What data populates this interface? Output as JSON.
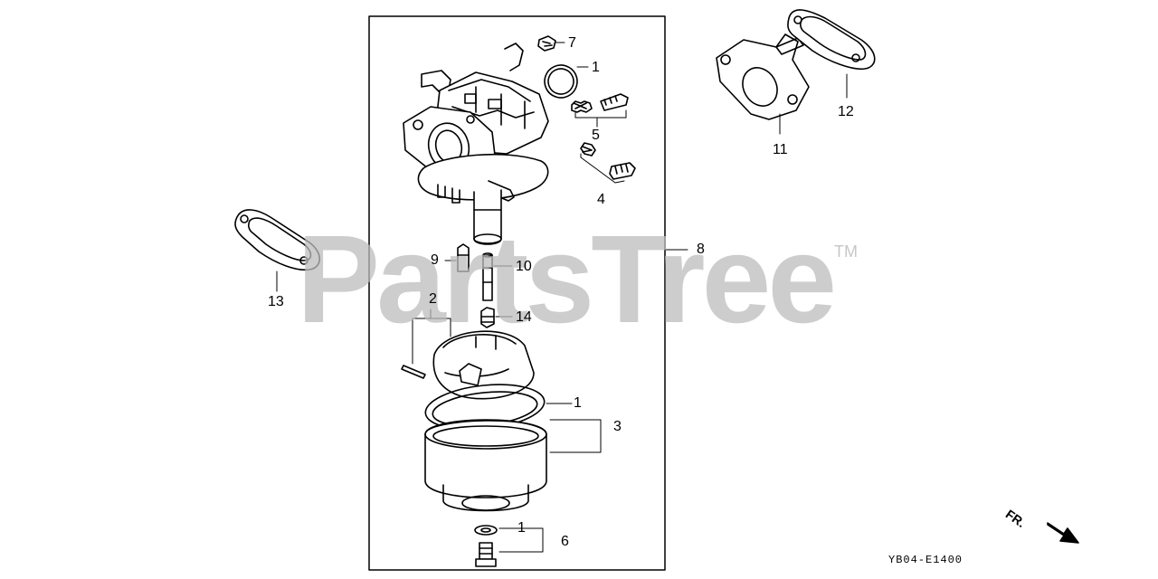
{
  "watermark": {
    "brand": "PartsTree",
    "tm": "TM"
  },
  "diagram_code": "YB04-E1400",
  "front_marker": "FR.",
  "callouts": {
    "c1a": "1",
    "c1b": "1",
    "c1c": "1",
    "c2": "2",
    "c3": "3",
    "c4": "4",
    "c5": "5",
    "c6": "6",
    "c7": "7",
    "c8": "8",
    "c9": "9",
    "c10": "10",
    "c11": "11",
    "c12": "12",
    "c13": "13",
    "c14": "14"
  }
}
